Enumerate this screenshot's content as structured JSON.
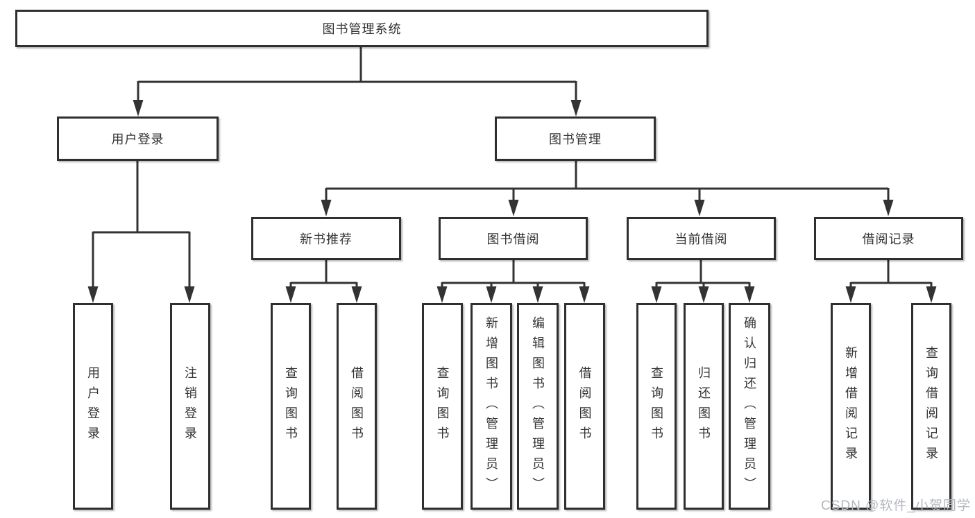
{
  "diagram_title": "图书管理系统",
  "tree": {
    "root": "图书管理系统",
    "branches": [
      {
        "label": "用户登录",
        "children": [
          "用户登录",
          "注销登录"
        ]
      },
      {
        "label": "图书管理",
        "children": [
          {
            "label": "新书推荐",
            "children": [
              "查询图书",
              "借阅图书"
            ]
          },
          {
            "label": "图书借阅",
            "children": [
              "查询图书",
              "新增图书（管理员）",
              "编辑图书（管理员）",
              "借阅图书"
            ]
          },
          {
            "label": "当前借阅",
            "children": [
              "查询图书",
              "归还图书",
              "确认归还（管理员）"
            ]
          },
          {
            "label": "借阅记录",
            "children": [
              "新增借阅记录",
              "查询借阅记录"
            ]
          }
        ]
      }
    ]
  },
  "watermark": "CSDN @软件_小贺同学",
  "colors": {
    "line": "#333333",
    "box_border": "#2f2f2f",
    "box_background": "#ffffff",
    "text": "#333333",
    "watermark": "#b3b8be",
    "background": "#ffffff"
  }
}
